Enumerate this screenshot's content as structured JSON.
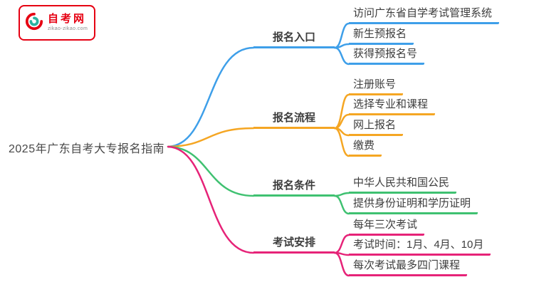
{
  "logo": {
    "name": "自考网",
    "domain": "zikao-zikao.com"
  },
  "colors": {
    "blue": "#3E9FE9",
    "orange": "#F5A623",
    "green": "#3FC171",
    "pink": "#E62378",
    "brand_red": "#E60012",
    "logo_teal": "#2BB2A0"
  },
  "root": {
    "label": "2025年广东自考大专报名指南"
  },
  "branches": [
    {
      "label": "报名入口",
      "color": "blue",
      "children": [
        "访问广东省自学考试管理系统",
        "新生预报名",
        "获得预报名号"
      ]
    },
    {
      "label": "报名流程",
      "color": "orange",
      "children": [
        "注册账号",
        "选择专业和课程",
        "网上报名",
        "缴费"
      ]
    },
    {
      "label": "报名条件",
      "color": "green",
      "children": [
        "中华人民共和国公民",
        "提供身份证明和学历证明"
      ]
    },
    {
      "label": "考试安排",
      "color": "pink",
      "children": [
        "每年三次考试",
        "考试时间：1月、4月、10月",
        "每次考试最多四门课程"
      ]
    }
  ]
}
